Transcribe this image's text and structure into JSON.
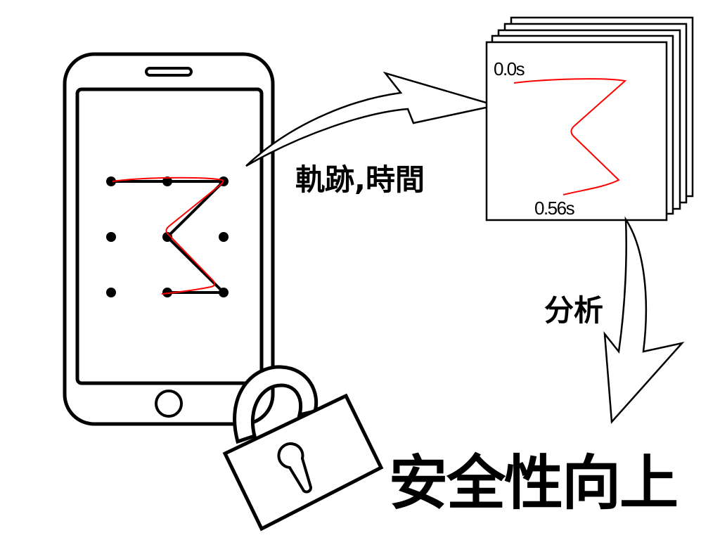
{
  "labels": {
    "trajectory_time": "軌跡,時間",
    "analysis": "分析",
    "security_improvement": "安全性向上"
  },
  "frames": {
    "start_time": "0.0s",
    "end_time": "0.56s",
    "count": 5
  },
  "pattern_lock": {
    "grid": "3x3",
    "path_dots": [
      0,
      1,
      2,
      4,
      8,
      7
    ]
  },
  "colors": {
    "trace": "#ff0000",
    "line": "#000000"
  }
}
